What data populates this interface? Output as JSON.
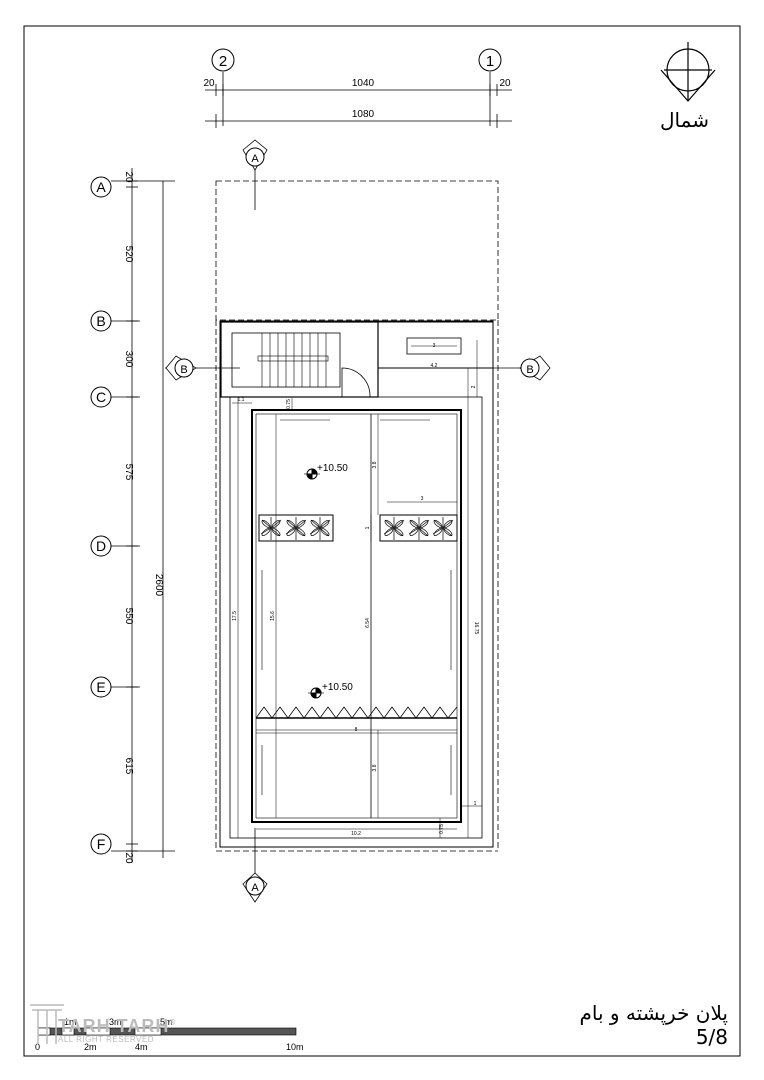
{
  "drawing": {
    "title": "پلان خرپشته و بام",
    "sheet_number": "5/8",
    "north_label": "شمال"
  },
  "brand": {
    "name": "TARH TARH",
    "trademark": "®",
    "rights": "ALL RIGHT RESERVED"
  },
  "grid": {
    "vertical_axes": [
      "2",
      "1"
    ],
    "horizontal_axes": [
      "A",
      "B",
      "C",
      "D",
      "E",
      "F"
    ]
  },
  "dimensions": {
    "top": [
      "20",
      "1040",
      "20",
      "1080"
    ],
    "left_segments": [
      "20",
      "520",
      "300",
      "575",
      "550",
      "615",
      "20"
    ],
    "left_total": "2600",
    "interior": [
      "0.75",
      "1.1",
      "3.8",
      "3",
      "1",
      "15.6",
      "6.54",
      "8",
      "3.8",
      "17.5",
      "16.75",
      "10.2",
      "0.75",
      "1",
      "3",
      "4.2",
      "2"
    ]
  },
  "levels": [
    "+10.50",
    "+10.50"
  ],
  "sections": [
    "A",
    "A",
    "B",
    "B"
  ],
  "scale_bar": {
    "top_labels": [
      "1m",
      "3m",
      "5m"
    ],
    "bottom_labels": [
      "0",
      "2m",
      "4m",
      "10m"
    ]
  },
  "colors": {
    "line": "#000000",
    "watermark": "#bbbbbb",
    "scale_fill": "#555555"
  }
}
